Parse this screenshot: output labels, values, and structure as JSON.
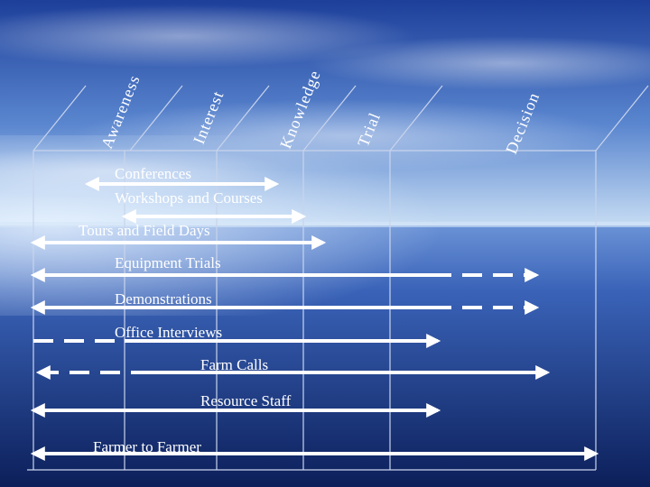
{
  "stages": [
    "Awareness",
    "Interest",
    "Knowledge",
    "Trial",
    "Decision"
  ],
  "methods": [
    {
      "label": "Conferences",
      "start_stage": 0.6,
      "end_stage": 2.7,
      "dashed_prefix": false,
      "dashed_suffix": false,
      "left_head": true,
      "right_head": true
    },
    {
      "label": "Workshops and Courses",
      "start_stage": 1.0,
      "end_stage": 3.0,
      "dashed_prefix": false,
      "dashed_suffix": false,
      "left_head": true,
      "right_head": true
    },
    {
      "label": "Tours and Field Days",
      "start_stage": 0.0,
      "end_stage": 3.25,
      "dashed_prefix": false,
      "dashed_suffix": false,
      "left_head": true,
      "right_head": true
    },
    {
      "label": "Equipment Trials",
      "start_stage": 0.0,
      "end_stage": 5.5,
      "dashed_prefix": false,
      "dashed_suffix": true,
      "left_head": true,
      "right_head": true
    },
    {
      "label": "Demonstrations",
      "start_stage": 0.0,
      "end_stage": 5.5,
      "dashed_prefix": false,
      "dashed_suffix": true,
      "left_head": true,
      "right_head": true
    },
    {
      "label": "Office Interviews",
      "start_stage": 0.0,
      "end_stage": 4.6,
      "dashed_prefix": true,
      "dashed_suffix": false,
      "left_head": false,
      "right_head": true
    },
    {
      "label": "Farm Calls",
      "start_stage": 0.0,
      "end_stage": 5.6,
      "dashed_prefix": true,
      "dashed_suffix": false,
      "left_head": true,
      "right_head": true
    },
    {
      "label": "Resource Staff",
      "start_stage": 0.0,
      "end_stage": 4.6,
      "dashed_prefix": false,
      "dashed_suffix": false,
      "left_head": true,
      "right_head": true
    },
    {
      "label": "Farmer to Farmer",
      "start_stage": 0.0,
      "end_stage": 6.0,
      "dashed_prefix": false,
      "dashed_suffix": false,
      "left_head": true,
      "right_head": true
    }
  ],
  "colors": {
    "sky_top": "#1d3f9a",
    "sky_mid": "#4d79c9",
    "horizon": "#bcd4f0",
    "sea_top": "#3a63b8",
    "sea_bottom": "#0c1f5a",
    "line": "#ffffff",
    "grid": "#c8d4ec"
  }
}
